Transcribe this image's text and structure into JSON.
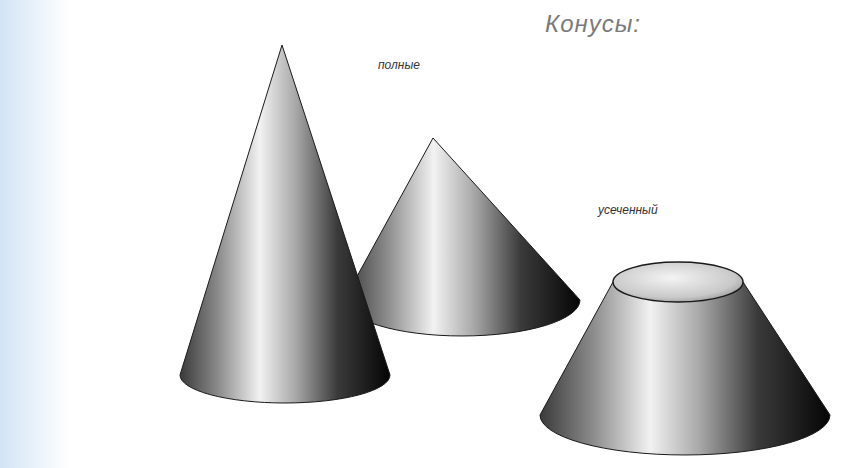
{
  "diagram": {
    "title": "Конусы:",
    "labels": [
      "полные",
      "усеченный"
    ]
  }
}
